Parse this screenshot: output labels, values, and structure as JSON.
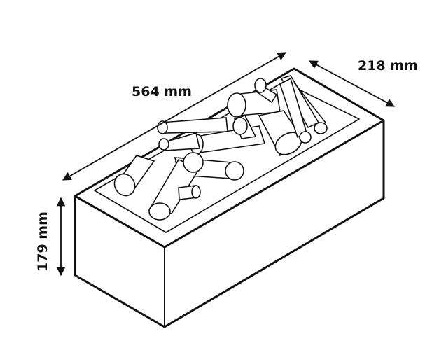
{
  "diagram": {
    "dimensions": {
      "length": "564 mm",
      "depth": "218 mm",
      "height": "179 mm"
    },
    "colors": {
      "line": "#111111",
      "background": "#ffffff"
    }
  }
}
